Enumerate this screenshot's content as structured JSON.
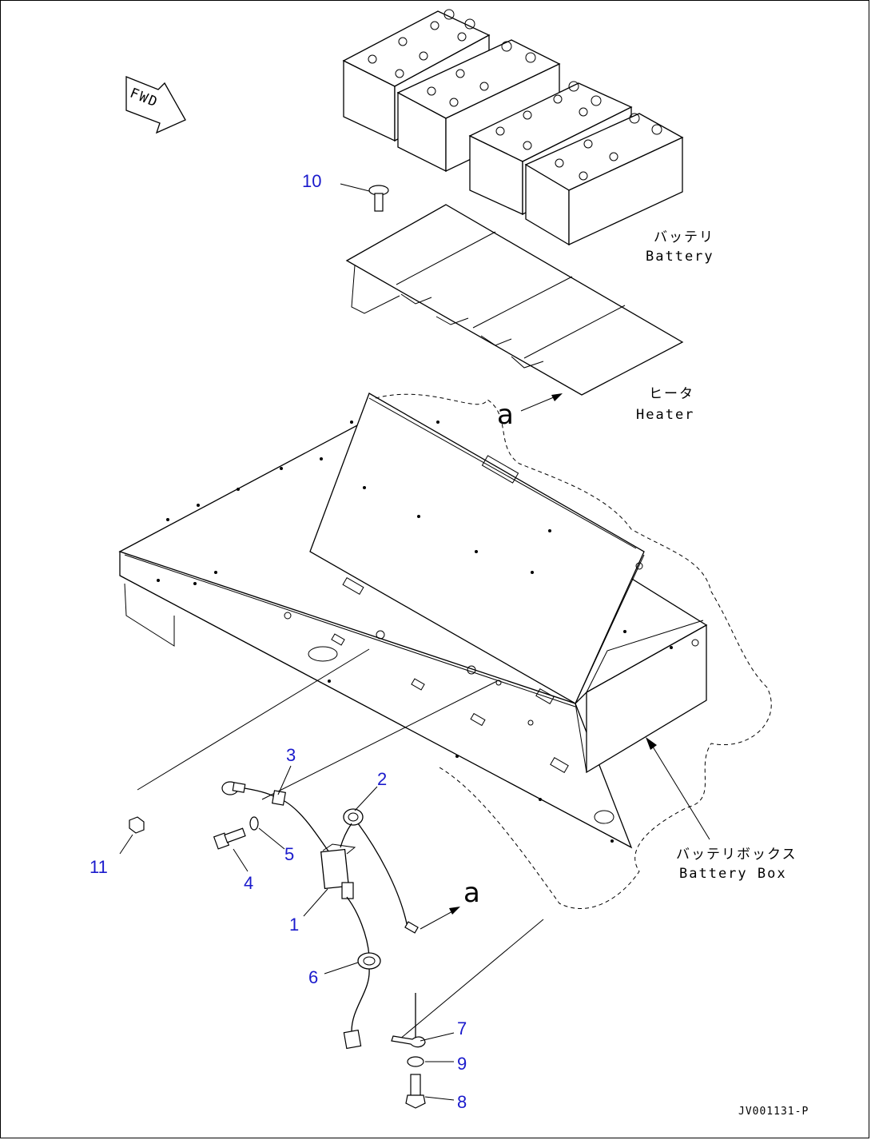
{
  "fwd_label": "FWD",
  "labels": {
    "battery_jp": "バッテリ",
    "battery_en": "Battery",
    "heater_jp": "ヒータ",
    "heater_en": "Heater",
    "battery_box_jp": "バッテリボックス",
    "battery_box_en": "Battery Box",
    "arrow_a_top": "a",
    "arrow_a_bottom": "a"
  },
  "callouts": [
    {
      "id": "1",
      "text": "1"
    },
    {
      "id": "2",
      "text": "2"
    },
    {
      "id": "3",
      "text": "3"
    },
    {
      "id": "4",
      "text": "4"
    },
    {
      "id": "5",
      "text": "5"
    },
    {
      "id": "6",
      "text": "6"
    },
    {
      "id": "7",
      "text": "7"
    },
    {
      "id": "8",
      "text": "8"
    },
    {
      "id": "9",
      "text": "9"
    },
    {
      "id": "10",
      "text": "10"
    },
    {
      "id": "11",
      "text": "11"
    }
  ],
  "drawing_number": "JV001131-P",
  "colors": {
    "callout": "#1a1acc",
    "line": "#000000",
    "background": "#ffffff"
  }
}
